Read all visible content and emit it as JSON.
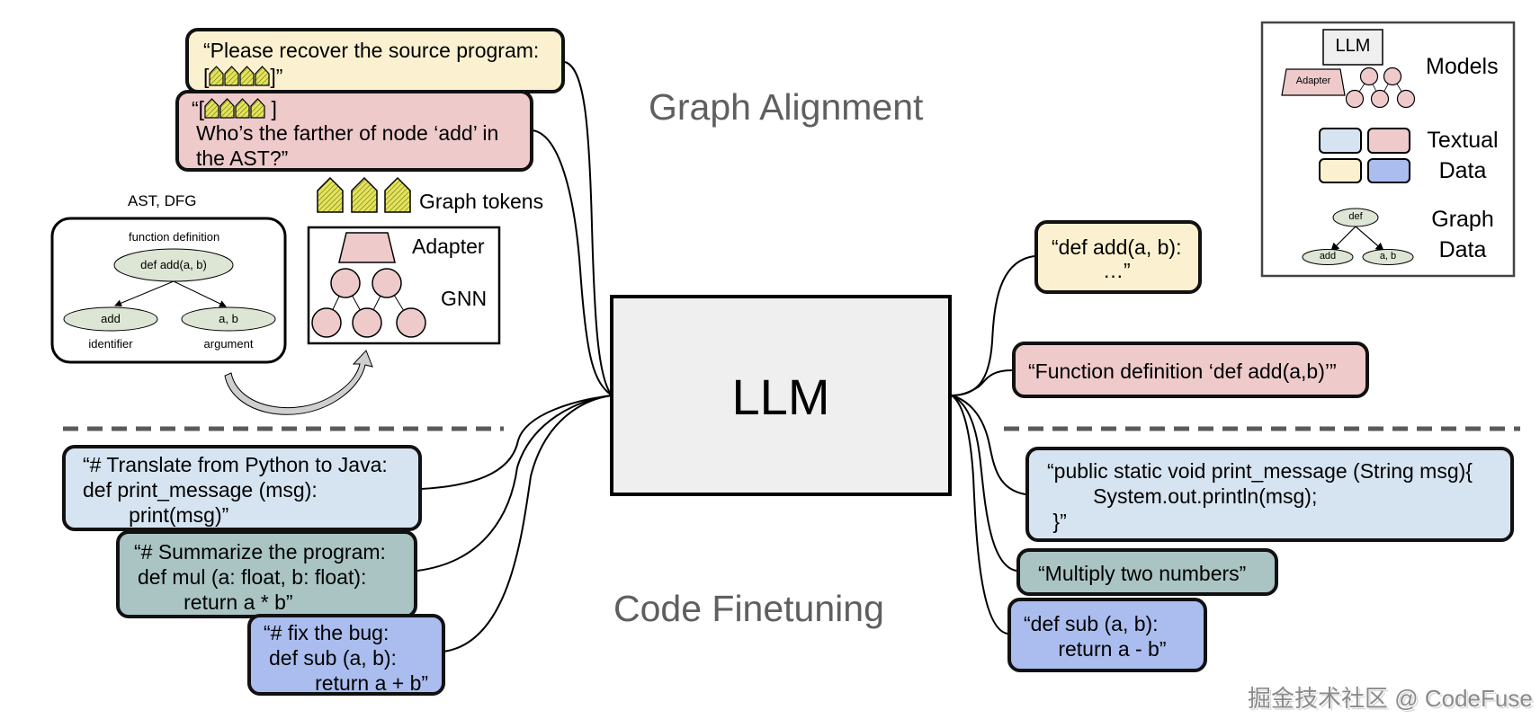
{
  "sections": {
    "graph_alignment": "Graph Alignment",
    "code_finetuning": "Code Finetuning"
  },
  "llm": {
    "label": "LLM"
  },
  "graph_encoder": {
    "ast_title": "AST, DFG",
    "ast_root_label": "function definition",
    "ast_root_node": "def add(a, b)",
    "ast_left_node": "add",
    "ast_right_node": "a, b",
    "ast_left_label": "identifier",
    "ast_right_label": "argument",
    "graph_tokens_label": "Graph tokens",
    "adapter_label": "Adapter",
    "gnn_label": "GNN"
  },
  "left_inputs": {
    "recover": {
      "line1": "“Please recover the source program:",
      "line2_open": "[",
      "line2_close": "]”",
      "token_count": 4
    },
    "farther": {
      "line1_open": "“[",
      "line1_close": " ]",
      "line2": "Who’s the farther of node ‘add’ in",
      "line3": "the AST?”",
      "token_count": 4
    },
    "translate": {
      "line1": "“# Translate from Python to Java:",
      "line2": "def print_message (msg):",
      "line3": "        print(msg)”"
    },
    "summarize": {
      "line1": "“# Summarize the program:",
      "line2": "def mul (a: float, b: float):",
      "line3": "        return a * b”"
    },
    "fix": {
      "line1": "“# fix the bug:",
      "line2": "def sub (a, b):",
      "line3": "        return a + b”"
    }
  },
  "right_outputs": {
    "def_add": {
      "line1": "“def add(a, b):",
      "line2": "…”"
    },
    "function_def": {
      "line1": "“Function definition ‘def add(a,b)’”"
    },
    "java": {
      "line1": "“public static void print_message (String msg){",
      "line2": "        System.out.println(msg);",
      "line3": " }”"
    },
    "multiply": {
      "line1": "“Multiply two numbers”"
    },
    "def_sub": {
      "line1": "“def sub (a, b):",
      "line2": "      return a - b”"
    }
  },
  "legend": {
    "llm_label": "LLM",
    "adapter_label": "Adapter",
    "models_label": "Models",
    "textual_label_1": "Textual",
    "textual_label_2": "Data",
    "graph_label_1": "Graph",
    "graph_label_2": "Data",
    "graph_root": "def",
    "graph_left": "add",
    "graph_right": "a, b"
  },
  "colors": {
    "yellow": "#fbf1d0",
    "pink": "#eecacb",
    "light_blue": "#d6e4f1",
    "teal": "#a9c4c3",
    "periwinkle": "#aabdee",
    "llm_gray": "#efefef",
    "node_green": "#dde5d5",
    "token_yellow": "#e4e45a",
    "section_gray": "#5f5f5f"
  },
  "watermark": "掘金技术社区 @ CodeFuse"
}
